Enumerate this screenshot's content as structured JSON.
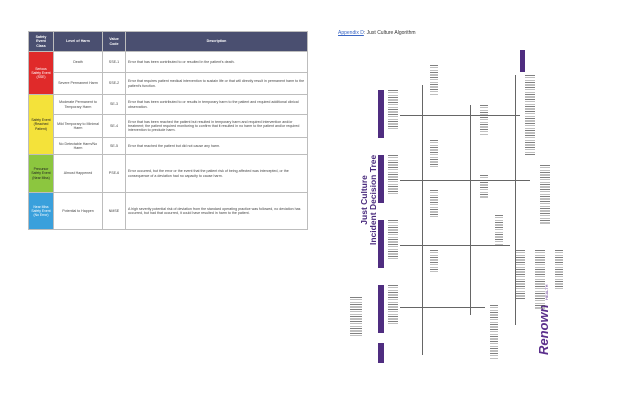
{
  "table": {
    "headers": [
      "Safety Event Class",
      "Level of Harm",
      "Value Code",
      "Description"
    ],
    "rows": [
      {
        "cls": "Serious Safety Event (SSE)",
        "level": "Death",
        "code": "SSE-1",
        "desc": "Error that has been contributed to or resulted in the patient's death."
      },
      {
        "cls": "",
        "level": "Severe Permanent Harm",
        "code": "SSE-2",
        "desc": "Error that requires patient medical intervention to sustain life or that will directly result in permanent harm to the patient's function."
      },
      {
        "cls": "Safety Event (Reached Patient)",
        "level": "Moderate Permanent to Temporary Harm",
        "code": "SE-3",
        "desc": "Error that has been contributed to or results in temporary harm to the patient and required additional clinical observation."
      },
      {
        "cls": "",
        "level": "Mild Temporary to Minimal Harm",
        "code": "SE-4",
        "desc": "Error that has been reached the patient but resulted in temporary harm and required intervention and/or treatment; the patient required monitoring to confirm that it resulted in no harm to the patient and/or required intervention to preclude harm."
      },
      {
        "cls": "",
        "level": "No Detectable Harm/No Harm",
        "code": "SE-5",
        "desc": "Error that reached the patient but did not cause any harm."
      },
      {
        "cls": "Precursor Safety Event (Near Miss)",
        "level": "Almost Happened",
        "code": "PSE-6",
        "desc": "Error occurred, but the error or the event that the patient risk of being affected was intercepted, or the consequence of a deviation had no capacity to cause harm."
      },
      {
        "cls": "Near Miss Safety Event (No Error)",
        "level": "Potential to Happen",
        "code": "NMSE",
        "desc": "A high severity potential risk of deviation from the standard operating practice was followed, no deviation has occurred, but had that occurred, it could have resulted in harm to the patient."
      }
    ]
  },
  "appendix": {
    "label": "Appendix D",
    "title": ": Just Culture Algorithm"
  },
  "flowchart": {
    "title_line1": "Just Culture",
    "title_line2": "Incident Decision Tree"
  },
  "logo": {
    "name": "Renown",
    "sub": "HEALTH"
  },
  "colors": {
    "header_bg": "#4a4f70",
    "sse": "#e02a2a",
    "se": "#f4e23a",
    "pse": "#8cc63f",
    "nmse": "#3aa0dc",
    "flow_purple": "#4f2d80"
  }
}
